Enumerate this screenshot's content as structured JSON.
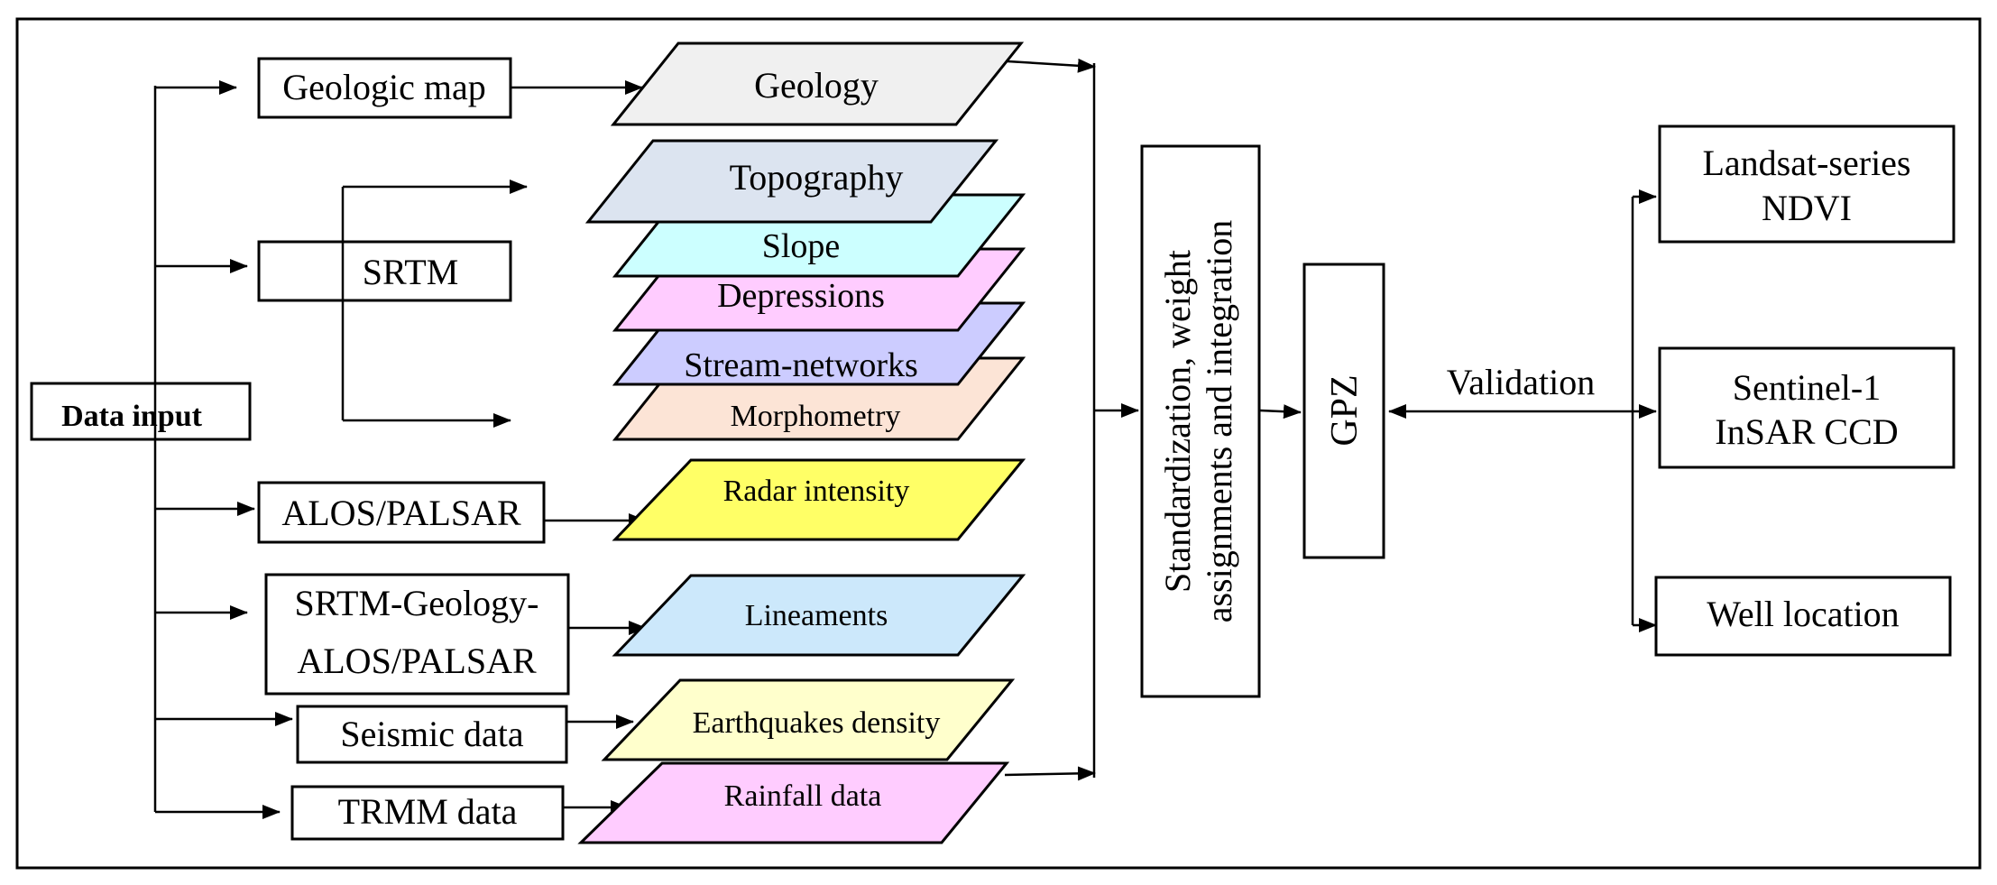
{
  "data_input": "Data input",
  "sources": {
    "geologic_map": "Geologic map",
    "srtm": "SRTM",
    "alos": "ALOS/PALSAR",
    "srtm_geology_alos": [
      "SRTM-Geology-",
      "ALOS/PALSAR"
    ],
    "seismic": "Seismic data",
    "trmm": "TRMM data"
  },
  "layers": {
    "geology": "Geology",
    "topography": "Topography",
    "slope": "Slope",
    "depressions": "Depressions",
    "stream_networks": "Stream-networks",
    "morphometry": "Morphometry",
    "radar_intensity": "Radar intensity",
    "lineaments": "Lineaments",
    "earthquakes_density": "Earthquakes density",
    "rainfall": "Rainfall data"
  },
  "layer_colors": {
    "geology": "#f0f0f0",
    "topography": "#dce4f0",
    "slope": "#ccffff",
    "depressions": "#ffccff",
    "stream_networks": "#ccccff",
    "morphometry": "#fce4d6",
    "radar_intensity": "#ffff66",
    "lineaments": "#cce8fb",
    "earthquakes_density": "#ffffcc",
    "rainfall": "#ffccff"
  },
  "process": [
    "Standardization, weight",
    "assignments and integration"
  ],
  "gpz": "GPZ",
  "validation_label": "Validation",
  "validation_sources": {
    "landsat": [
      "Landsat-series",
      "NDVI"
    ],
    "sentinel": [
      "Sentinel-1",
      "InSAR CCD"
    ],
    "well": "Well location"
  }
}
